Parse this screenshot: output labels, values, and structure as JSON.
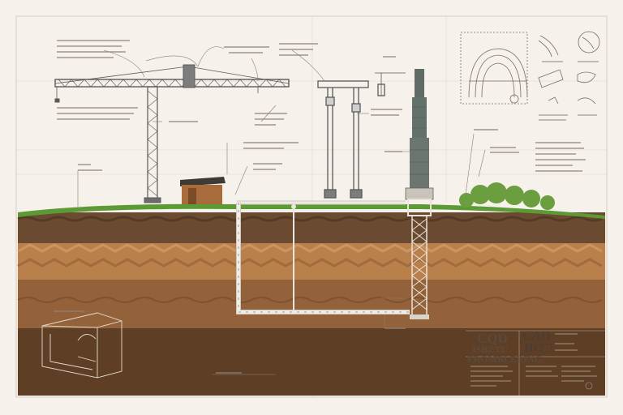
{
  "colors": {
    "paper": "#f6f1ea",
    "gridline": "#ddd2c5",
    "topsoil": "#6a4a30",
    "grass": "#5b9a35",
    "soil_mid": "#b9804c",
    "soil_deep": "#93623a",
    "soil_bottom": "#5e3f26",
    "steel": "#5a5a5a",
    "tower": "#5f6b64",
    "shed": "#a86b3c",
    "bush": "#6a9e3e",
    "pipe": "#e9e7e2",
    "line": "#6e6158"
  },
  "icons": [
    "crane-icon",
    "tower-icon",
    "shed-icon",
    "pipe-icon",
    "bush-icon",
    "seat-icon",
    "detail-sketch-icon"
  ],
  "title_block": {
    "logo": "CQD",
    "name_line1": "ISBZTU",
    "name_line2": "FROMBLERING",
    "cad_title": "CAD",
    "cad_sub": "IIC"
  }
}
